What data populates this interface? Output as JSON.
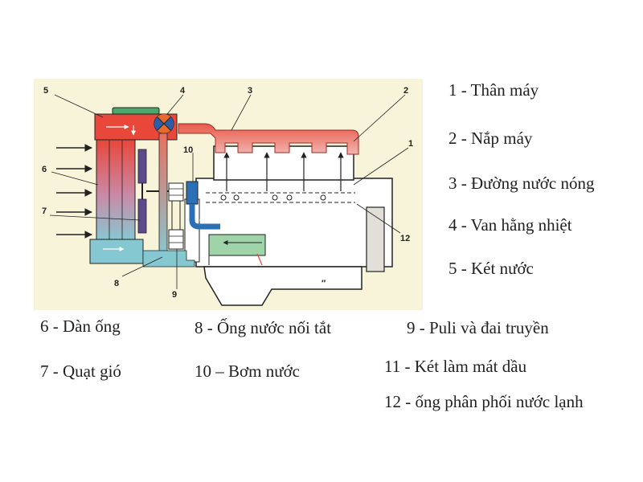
{
  "colors": {
    "background_panel": "#f7f4d9",
    "hot_red": "#e8473a",
    "cold_blue": "#86c8d2",
    "valve_orange": "#e86a2a",
    "valve_blue": "#2c5ea8",
    "fan_purple": "#5b4a8c",
    "pump_blue": "#2b6fb5",
    "cap_green": "#4aa86a",
    "oil_cooler_green": "#9fd4a8"
  },
  "diagram": {
    "callouts": [
      "1",
      "2",
      "3",
      "4",
      "5",
      "6",
      "7",
      "8",
      "9",
      "10",
      "12"
    ],
    "mark": "″"
  },
  "legend": {
    "items": [
      "1 - Thân máy",
      "2 - Nắp máy",
      "3 - Đường nước nóng",
      "4 - Van hằng nhiệt",
      "5 - Két nước",
      "6 - Dàn ống",
      "8 - Ống nước nối tắt",
      "9 - Puli và đai truyền",
      "7 - Quạt gió",
      "10 – Bơm nước",
      "11 - Két làm mát dầu",
      "12 - ống phân phối nước lạnh"
    ]
  }
}
